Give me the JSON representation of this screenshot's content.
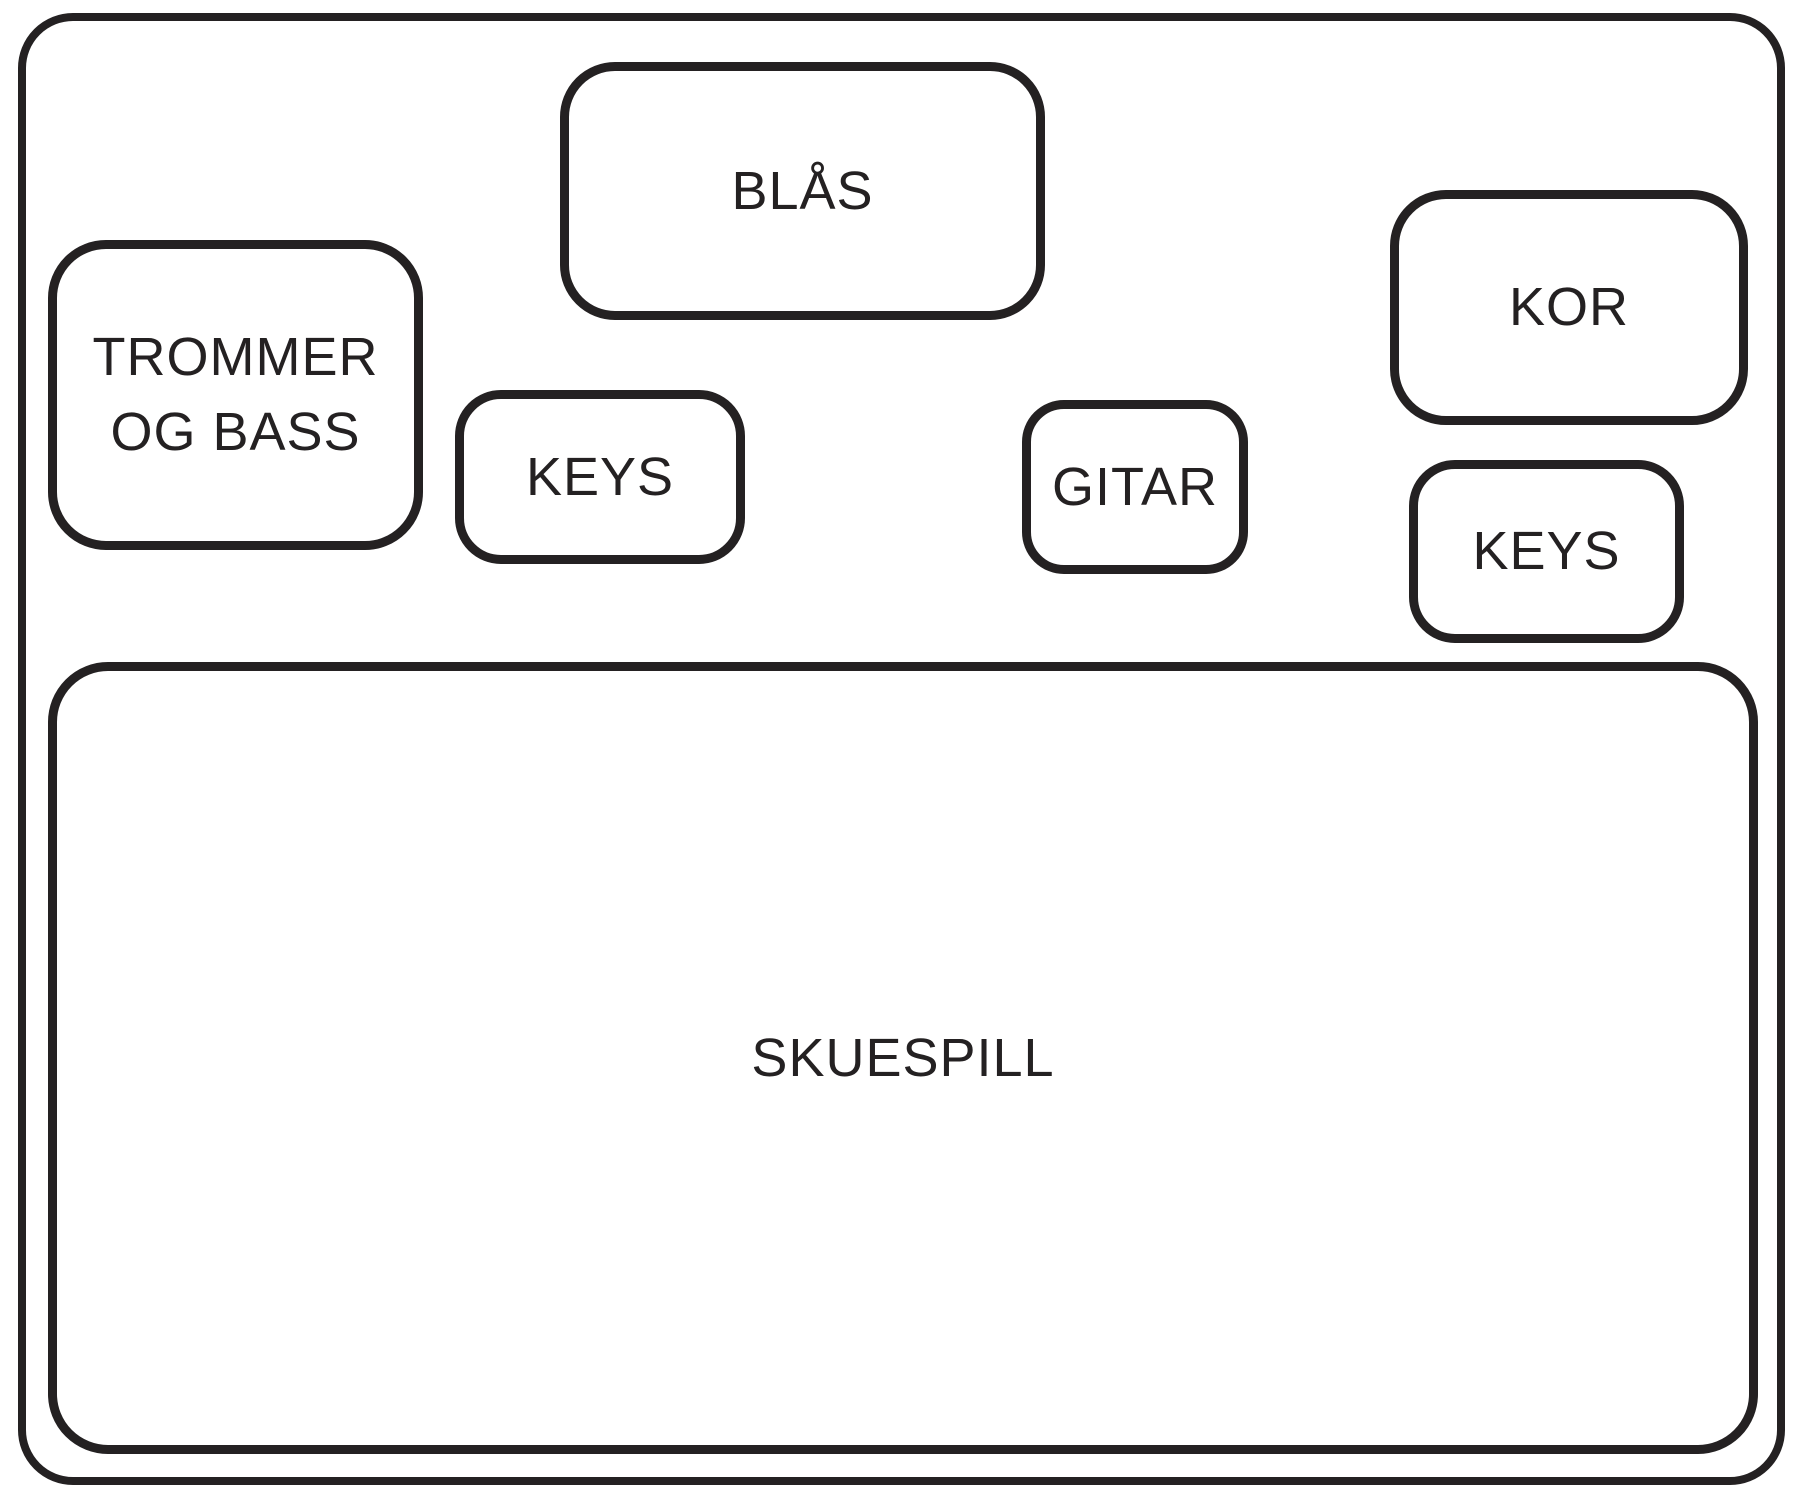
{
  "diagram": {
    "type": "stage-plot",
    "background_color": "#ffffff",
    "ink_color": "#242122",
    "zones": {
      "blas": {
        "label": "BLÅS"
      },
      "kor": {
        "label": "KOR"
      },
      "trommer_og_bass": {
        "label": "TROMMER OG BASS"
      },
      "keys_left": {
        "label": "KEYS"
      },
      "gitar": {
        "label": "GITAR"
      },
      "keys_right": {
        "label": "KEYS"
      },
      "skuespill": {
        "label": "SKUESPILL"
      }
    }
  }
}
